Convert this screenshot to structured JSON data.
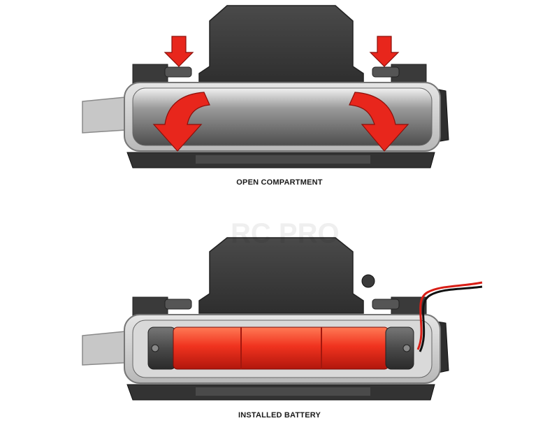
{
  "captions": {
    "open_compartment": "OPEN COMPARTMENT",
    "installed_battery": "INSTALLED BATTERY"
  },
  "watermark": {
    "text": "RC PRO"
  },
  "colors": {
    "housing_dark": "#3b3b3b",
    "housing_mid": "#5a5a5a",
    "frame_light": "#d6d6d6",
    "arrow_red": "#e8261c",
    "battery_red": "#f0331f",
    "battery_cap": "#4a4a4a",
    "wire_red": "#d81e16",
    "wire_black": "#111111"
  },
  "icons": {
    "press_arrow": "down-arrow-icon",
    "open_arrow": "curved-arrow-icon",
    "battery": "battery-icon"
  }
}
